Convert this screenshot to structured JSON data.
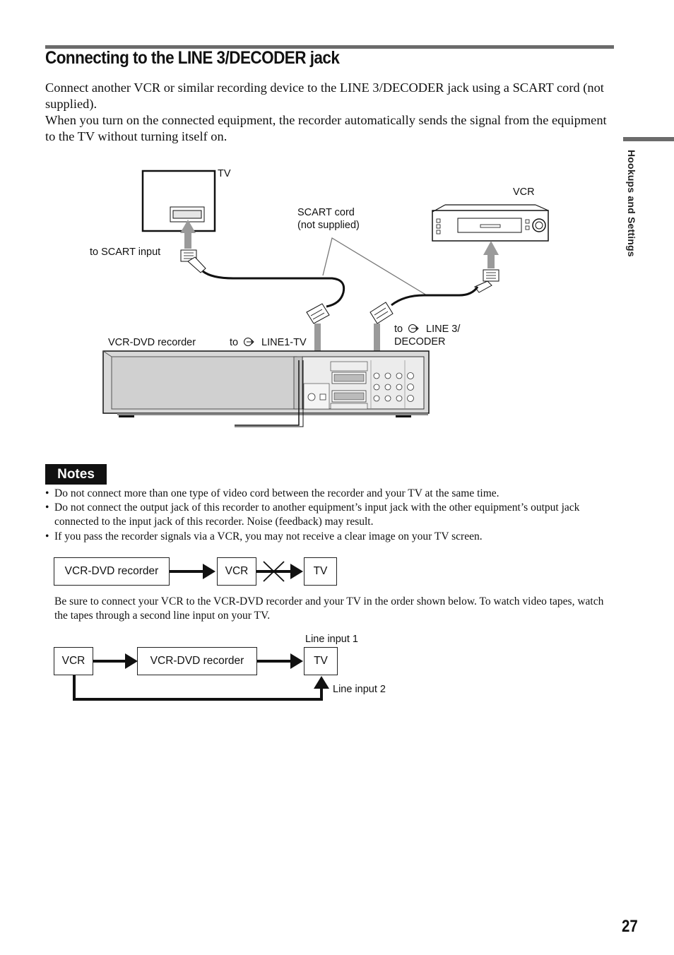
{
  "heading": "Connecting to the LINE 3/DECODER jack",
  "intro": {
    "p1": "Connect another VCR or similar recording device to the LINE 3/DECODER jack using a SCART cord (not supplied).",
    "p2": "When you turn on the connected equipment, the recorder automatically sends the signal from the equipment to the TV without turning itself on."
  },
  "side_tab": "Hookups and Settings",
  "diagram": {
    "tv": "TV",
    "vcr": "VCR",
    "scart_cord": "SCART cord",
    "not_supplied": "(not supplied)",
    "to_scart_input": "to SCART input",
    "recorder": "VCR-DVD recorder",
    "to_line1_prefix": "to",
    "to_line1_jack": "LINE1-TV",
    "to_line3_prefix": "to",
    "to_line3_jack": "LINE 3/",
    "to_line3_jack2": "DECODER",
    "icon": "scart-jack-icon"
  },
  "notes": {
    "title": "Notes",
    "items": [
      "Do not connect more than one type of video cord between the recorder and your TV at the same time.",
      "Do not connect the output jack of this recorder to another equipment’s input jack with the other equipment’s output jack connected to the input jack of this recorder. Noise (feedback) may result.",
      "If you pass the recorder signals via a VCR, you may not receive a clear image on your TV screen."
    ]
  },
  "flow1": {
    "recorder": "VCR-DVD recorder",
    "vcr": "VCR",
    "tv": "TV"
  },
  "paragraph2": "Be sure to connect your VCR to the VCR-DVD recorder and your TV in the order shown below. To watch video tapes, watch the tapes through a second line input on your TV.",
  "flow2": {
    "vcr": "VCR",
    "recorder": "VCR-DVD recorder",
    "tv": "TV",
    "line1": "Line input 1",
    "line2": "Line input 2"
  },
  "page_number": "27"
}
